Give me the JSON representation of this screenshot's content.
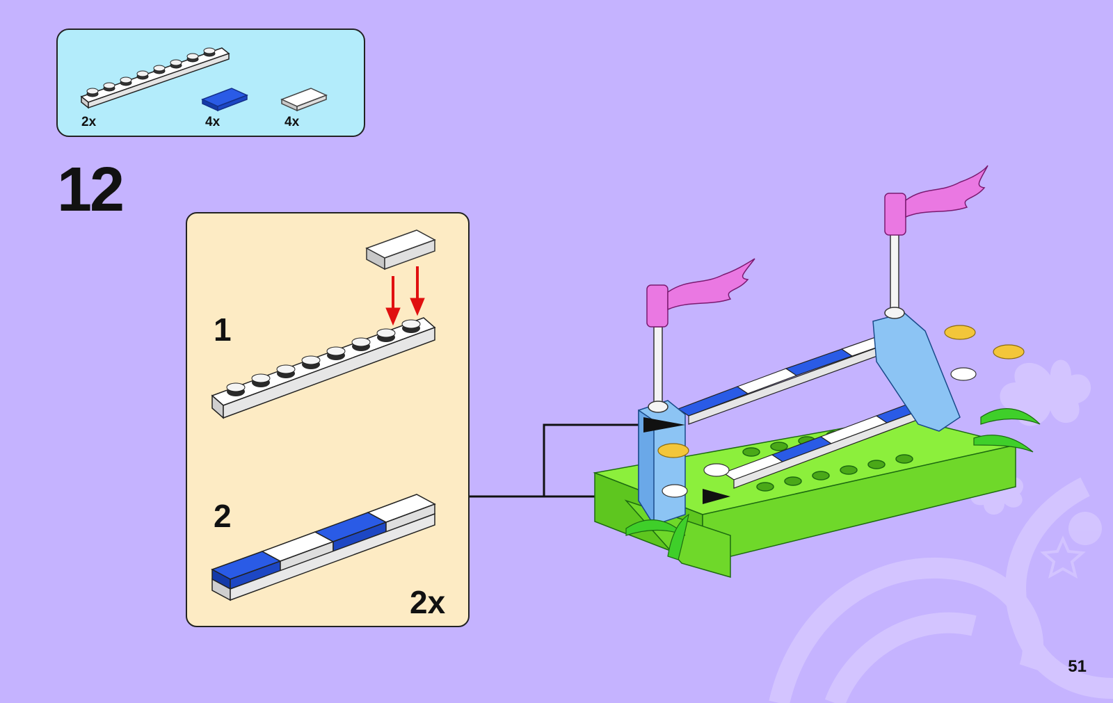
{
  "parts_list": {
    "items": [
      {
        "name": "white-plate-1x8",
        "quantity": "2x",
        "color": "#f4f4f4"
      },
      {
        "name": "blue-tile-1x2",
        "quantity": "4x",
        "color": "#1f4fd6"
      },
      {
        "name": "white-tile-1x2",
        "quantity": "4x",
        "color": "#f4f4f4"
      }
    ]
  },
  "step": {
    "number": "12"
  },
  "sub_assembly": {
    "steps": [
      {
        "number": "1"
      },
      {
        "number": "2"
      }
    ],
    "multiplier": "2x"
  },
  "colors": {
    "page_background": "#c5b3ff",
    "parts_box": "#b3ecfb",
    "sub_box": "#fdebc4",
    "arrow_red": "#e01010",
    "lime_green": "#7fe23a",
    "medium_blue": "#7fb6f0",
    "flag_pink": "#e878e0"
  },
  "page": {
    "number": "51"
  }
}
